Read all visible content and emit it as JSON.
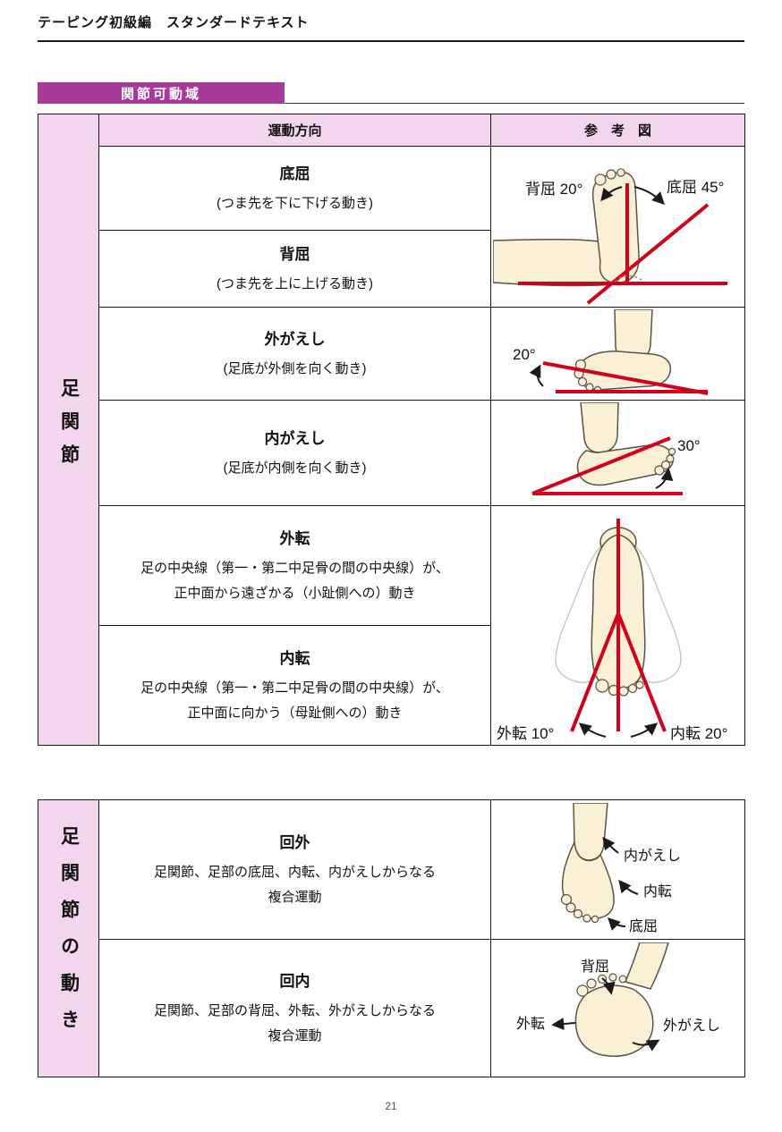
{
  "page": {
    "header_title": "テーピング初級編　スタンダードテキスト",
    "section_title": "関節可動域",
    "page_number": "21"
  },
  "table1": {
    "side_label": "足関節",
    "headers": {
      "motion": "運動方向",
      "figure": "参　考　図"
    },
    "rows": [
      {
        "title": "底屈",
        "desc": "(つま先を下に下げる動き)"
      },
      {
        "title": "背屈",
        "desc": "(つま先を上に上げる動き)"
      },
      {
        "title": "外がえし",
        "desc": "(足底が外側を向く動き)"
      },
      {
        "title": "内がえし",
        "desc": "(足底が内側を向く動き)"
      },
      {
        "title": "外転",
        "desc": "足の中央線（第一・第二中足骨の間の中央線）が、\n正中面から遠ざかる（小趾側への）動き"
      },
      {
        "title": "内転",
        "desc": "足の中央線（第一・第二中足骨の間の中央線）が、\n正中面に向かう（母趾側への）動き"
      }
    ],
    "figures": {
      "fig1_left": "背屈 20°",
      "fig1_right": "底屈 45°",
      "fig2_angle": "20°",
      "fig3_angle": "30°",
      "fig4_left": "外転 10°",
      "fig4_right": "内転 20°"
    }
  },
  "table2": {
    "side_label": "足関節の動き",
    "rows": [
      {
        "title": "回外",
        "desc": "足関節、足部の底屈、内転、内がえしからなる\n複合運動"
      },
      {
        "title": "回内",
        "desc": "足関節、足部の背屈、外転、外がえしからなる\n複合運動"
      }
    ],
    "figures": {
      "fig5_labels": [
        "内がえし",
        "内転",
        "底屈"
      ],
      "fig6_labels": [
        "背屈",
        "外転",
        "外がえし"
      ]
    }
  },
  "colors": {
    "accent_purple": "#a63a9b",
    "table_pink": "#f2d6ee",
    "figure_red": "#d0021b"
  }
}
